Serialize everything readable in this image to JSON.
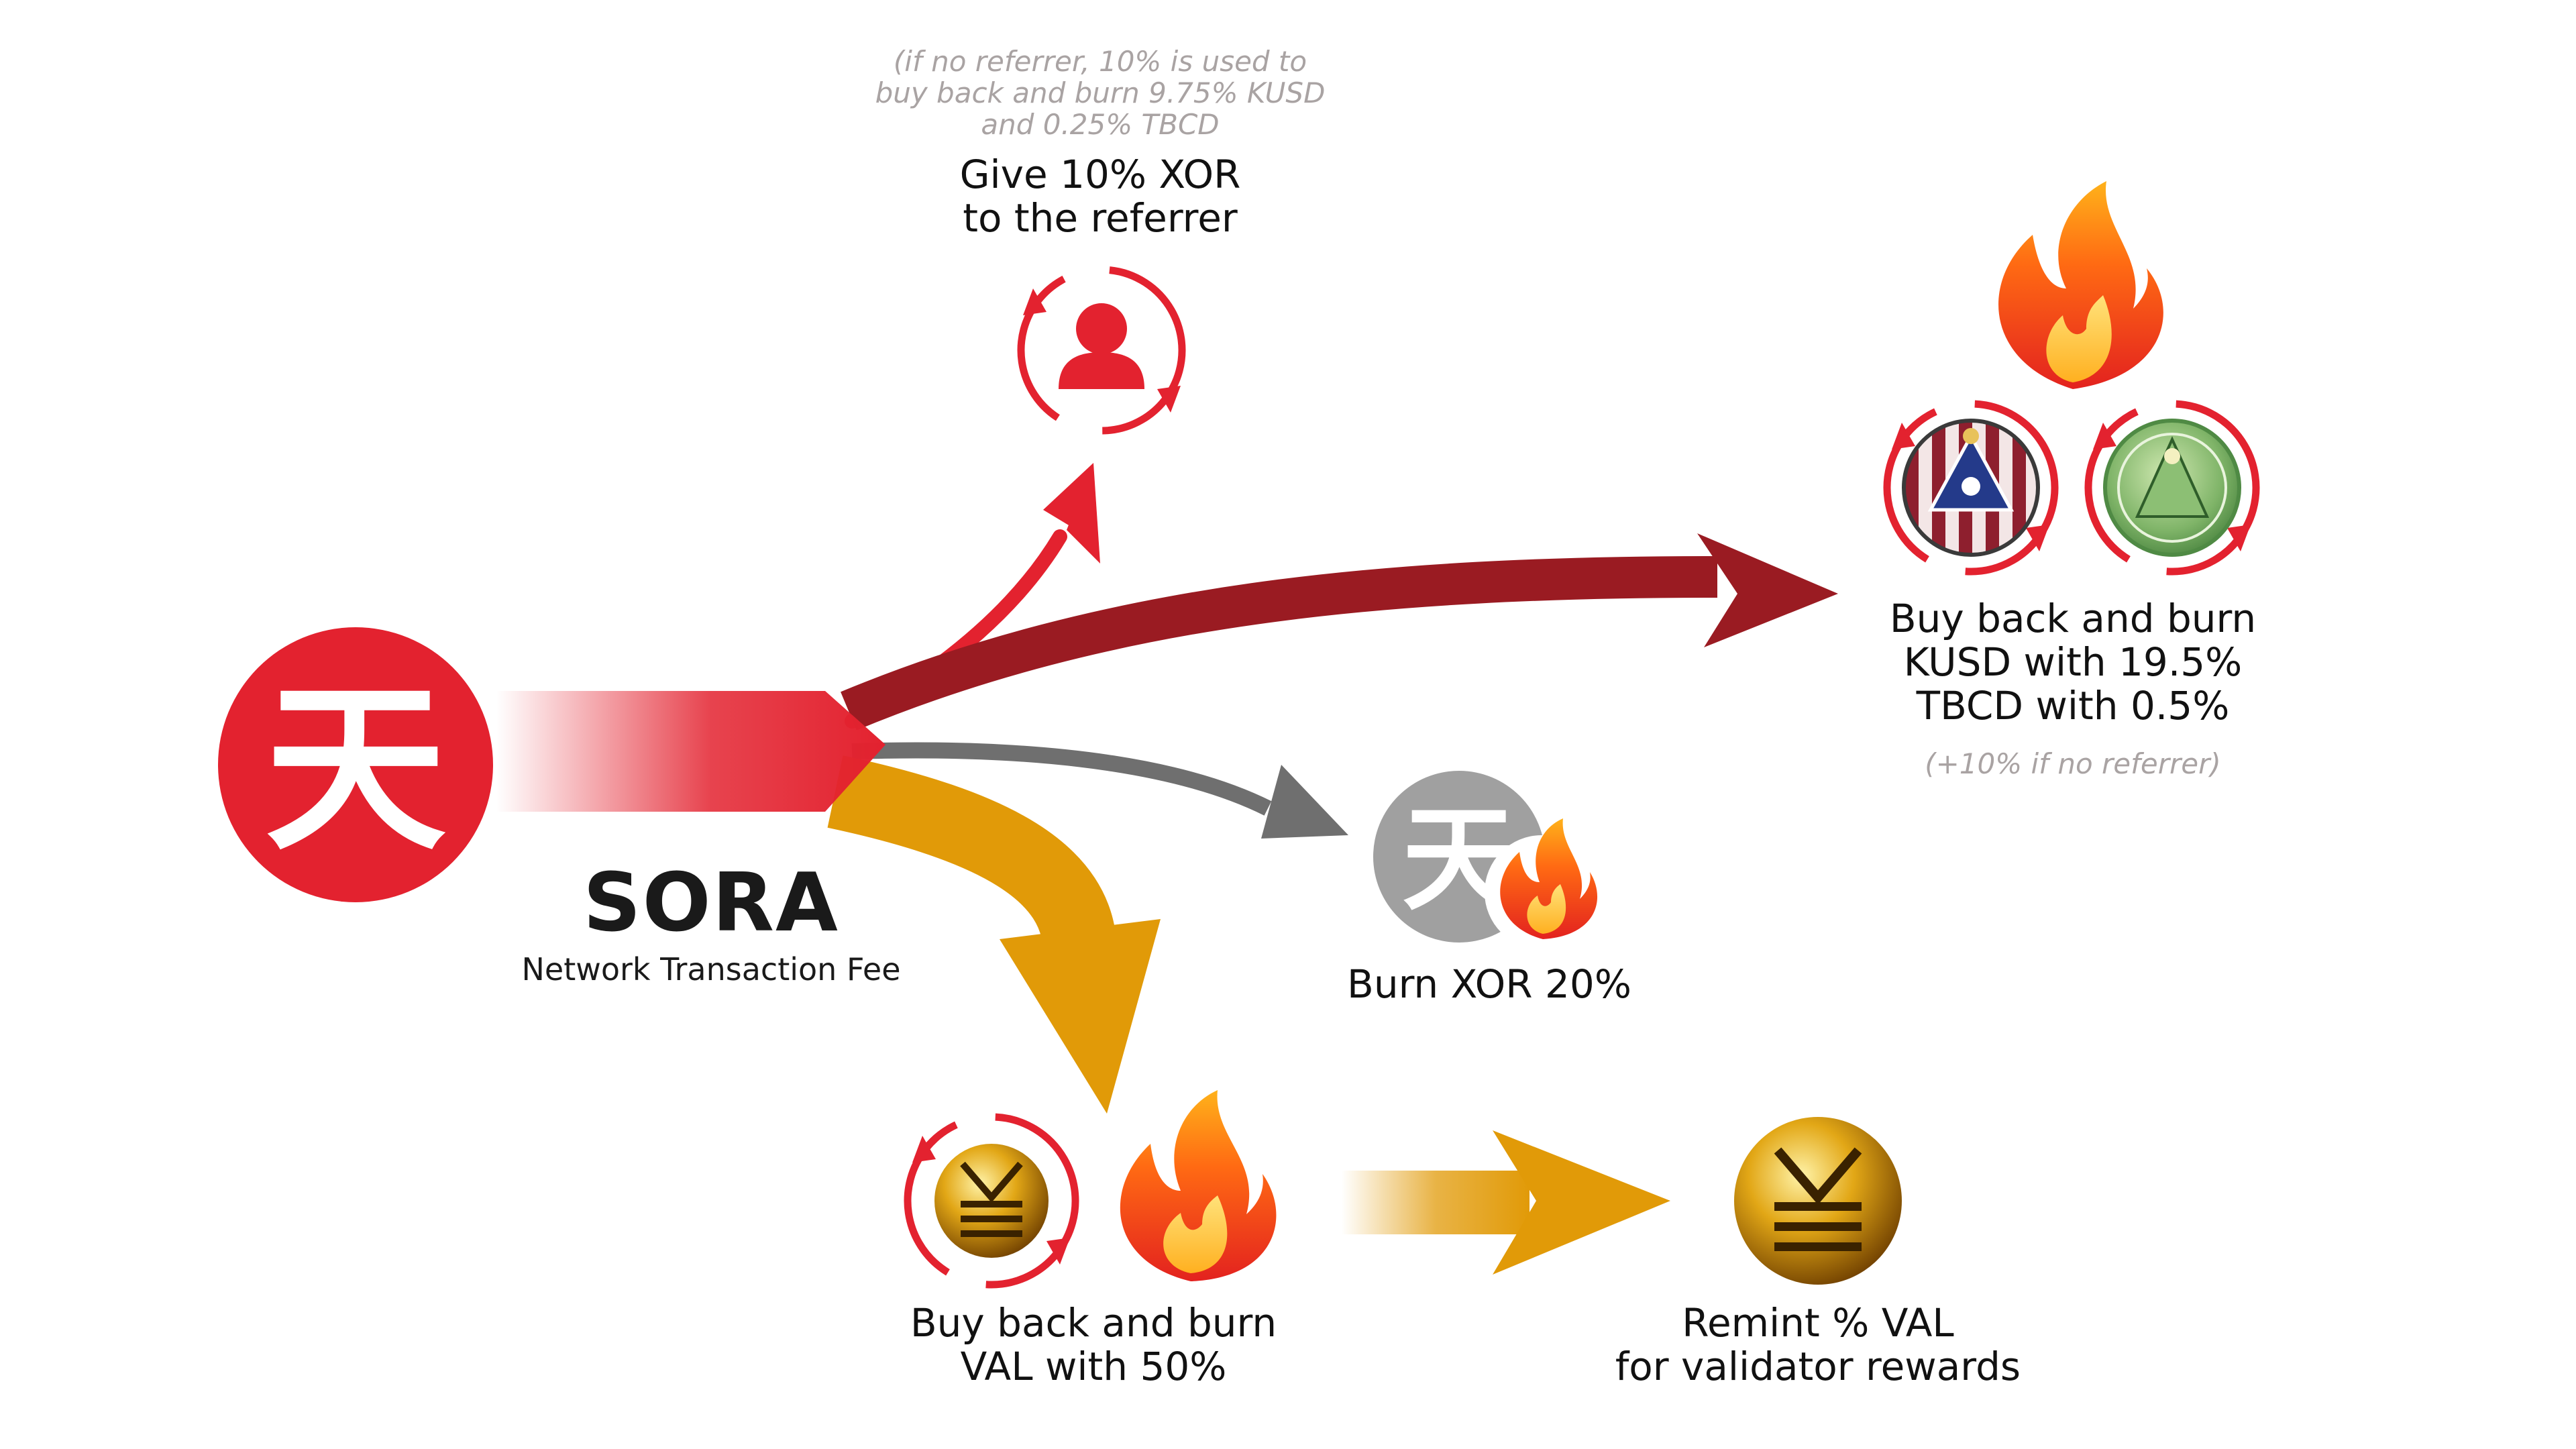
{
  "source": {
    "title": "SORA",
    "subtitle": "Network Transaction Fee",
    "logo_glyph": "天",
    "icon": "sora-logo-icon"
  },
  "referrer": {
    "note": [
      "(if no referrer, 10% is used to",
      "buy back and burn 9.75% KUSD",
      "and 0.25% TBCD"
    ],
    "label": [
      "Give 10% XOR",
      "to the referrer"
    ],
    "icon": "user-icon"
  },
  "kusd_tbcd": {
    "label": [
      "Buy back and burn",
      "KUSD with 19.5%",
      "TBCD with 0.5%"
    ],
    "note": "(+10% if no referrer)",
    "icons": [
      "flame-icon",
      "kusd-token-icon",
      "tbcd-token-icon"
    ]
  },
  "burn_xor": {
    "label": "Burn XOR 20%",
    "logo_glyph": "天",
    "icons": [
      "xor-token-icon",
      "flame-icon"
    ]
  },
  "val_burn": {
    "label": [
      "Buy back and burn",
      "VAL with 50%"
    ],
    "icons": [
      "val-token-icon",
      "flame-icon"
    ]
  },
  "val_remint": {
    "label": [
      "Remint % VAL",
      "for validator rewards"
    ],
    "icon": "val-token-icon"
  },
  "colors": {
    "sora_red": "#e3222f",
    "dark_red": "#9a1b22",
    "gray": "#6f6f6f",
    "gold": "#e19a08",
    "note_gray": "#a9a3a3"
  }
}
